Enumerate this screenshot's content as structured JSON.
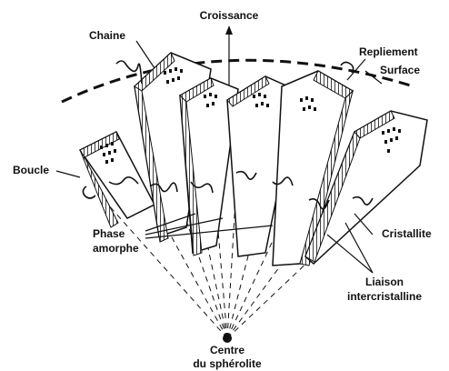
{
  "labels": {
    "croissance": "Croissance",
    "chaine": "Chaine",
    "repliement": "Repliement",
    "surface": "Surface",
    "boucle": "Boucle",
    "phase_line1": "Phase",
    "phase_line2": "amorphe",
    "cristallite": "Cristallite",
    "liaison_line1": "Liaison",
    "liaison_line2": "intercristalline",
    "centre_line1": "Centre",
    "centre_line2": "du sphérolite"
  },
  "colors": {
    "ink": "#111111",
    "background": "#ffffff"
  }
}
